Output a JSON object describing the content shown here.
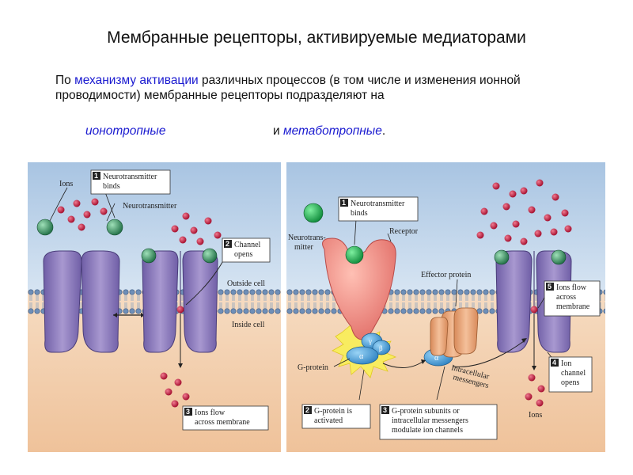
{
  "title": "Мембранные рецепторы, активируемые медиаторами",
  "intro": {
    "before": "По ",
    "highlight": "механизму активации",
    "after": " различных процессов (в том числе и изменения ионной проводимости) мембранные рецепторы подразделяют на"
  },
  "types": {
    "ionotropic": "ионотропные",
    "conjunction": "и",
    "metabotropic": "метаботропные",
    "period": "."
  },
  "left_panel": {
    "ions": "Ions",
    "neurotransmitter": "Neurotransmitter",
    "step1_num": "1",
    "step1_line1": "Neurotransmitter",
    "step1_line2": "binds",
    "step2_num": "2",
    "step2_line1": "Channel",
    "step2_line2": "opens",
    "outside": "Outside cell",
    "inside": "Inside cell",
    "step3_num": "3",
    "step3_line1": "Ions flow",
    "step3_line2": "across membrane"
  },
  "right_panel": {
    "neurotransmitter_line1": "Neurotrans-",
    "neurotransmitter_line2": "mitter",
    "step1_num": "1",
    "step1_line1": "Neurotransmitter",
    "step1_line2": "binds",
    "receptor": "Receptor",
    "effector": "Effector protein",
    "g_protein": "G-protein",
    "alpha": "α",
    "beta": "β",
    "gamma": "γ",
    "alpha2": "α",
    "intracellular_line1": "Intracellular",
    "intracellular_line2": "messengers",
    "step5_num": "5",
    "step5_line1": "Ions flow",
    "step5_line2": "across",
    "step5_line3": "membrane",
    "step4_num": "4",
    "step4_line1": "Ion",
    "step4_line2": "channel",
    "step4_line3": "opens",
    "ions": "Ions",
    "step2_num": "2",
    "step2_line1": "G-protein is",
    "step2_line2": "activated",
    "step3_num": "3",
    "step3_line1": "G-protein subunits or",
    "step3_line2": "intracellular messengers",
    "step3_line3": "modulate ion channels"
  },
  "colors": {
    "receptor_purple": "#8a78b8",
    "ion_red": "#c8103a",
    "transmitter_green": "#2f8a5c",
    "outside_blue": "#b8d0e8",
    "inside_peach": "#f3cfae",
    "receptor_pink": "#f08a80",
    "g_protein_blue": "#3e9ad8",
    "effector_orange": "#e8a070"
  }
}
